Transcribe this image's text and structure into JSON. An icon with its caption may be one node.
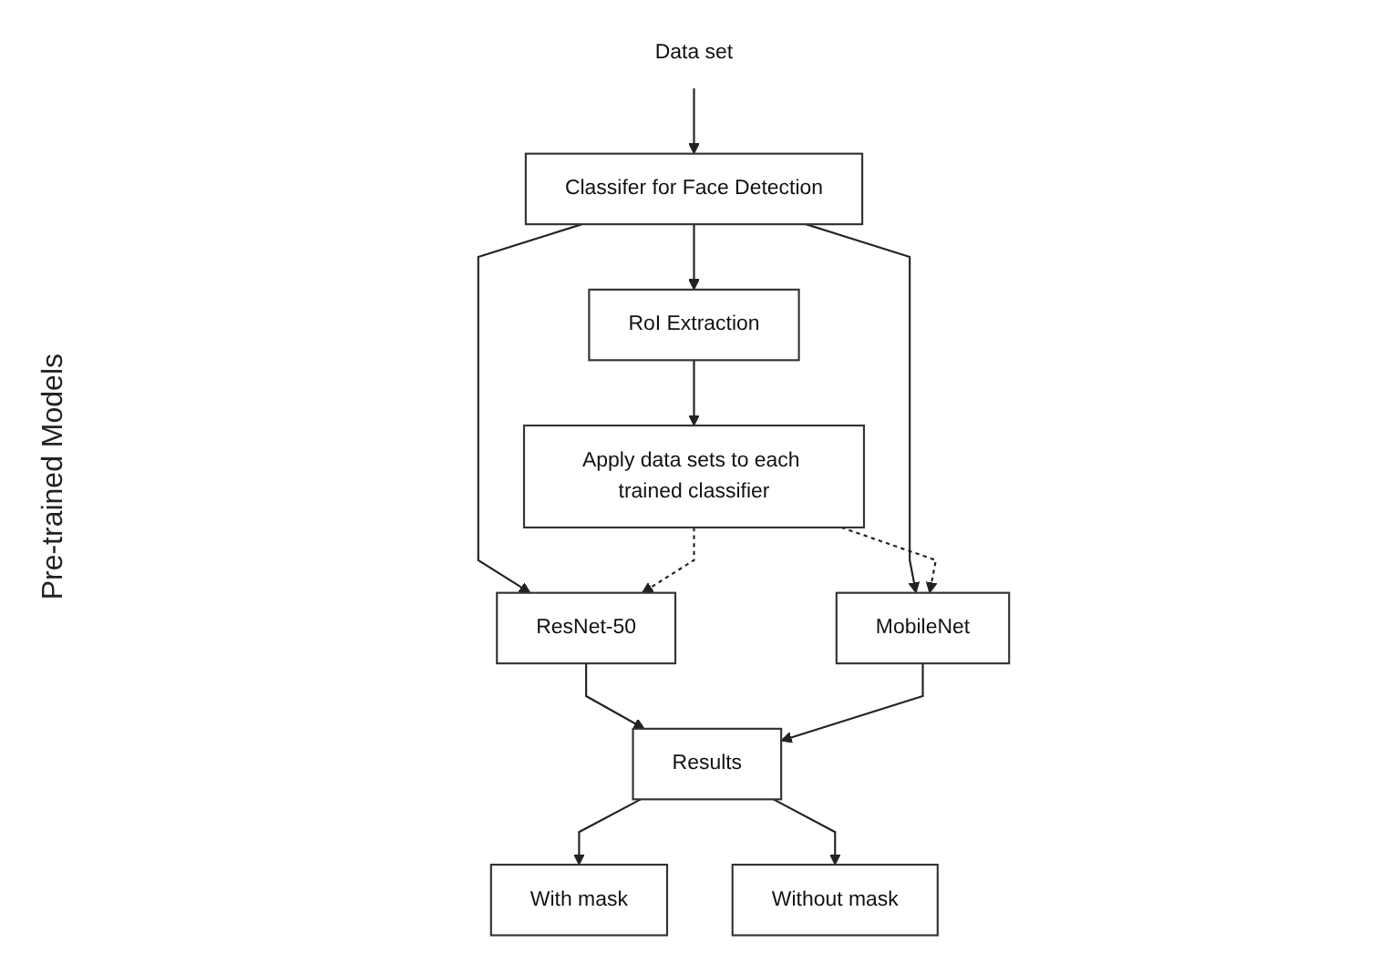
{
  "diagram": {
    "nodes": [
      {
        "text": [
          "Data set"
        ]
      },
      {
        "text": [
          "Classifer for Face Detection"
        ]
      },
      {
        "text": [
          "RoI Extraction"
        ]
      },
      {
        "text": [
          "ResNet-50"
        ]
      },
      {
        "text": [
          "Apply data sets to each trained classifier"
        ]
      },
      {
        "text": [
          "Results"
        ]
      },
      {
        "text": [
          "MobileNet"
        ]
      },
      {
        "text": [
          "With mask"
        ]
      },
      {
        "text": [
          "Without mask"
        ]
      }
    ],
    "edges": [
      {
        "from": 0,
        "to": 1,
        "arrow": "to"
      },
      {
        "from": 1,
        "to": 2,
        "arrow": "to"
      },
      {
        "from": 2,
        "to": 4,
        "arrow": "to"
      },
      {
        "from": 1,
        "to": 3,
        "arrow": "to"
      },
      {
        "from": 1,
        "to": 6,
        "arrow": "to"
      },
      {
        "from": 4,
        "to": 3,
        "arrow": "to",
        "style": "dashed"
      },
      {
        "from": 4,
        "to": 6,
        "arrow": "to",
        "style": "dashed"
      },
      {
        "from": 3,
        "to": 5,
        "arrow": "to"
      },
      {
        "from": 6,
        "to": 5,
        "arrow": "to"
      },
      {
        "from": 5,
        "to": 7,
        "arrow": "to"
      },
      {
        "from": 5,
        "to": 8,
        "arrow": "to"
      }
    ],
    "labels": [
      "Pre-trained Models"
    ]
  }
}
